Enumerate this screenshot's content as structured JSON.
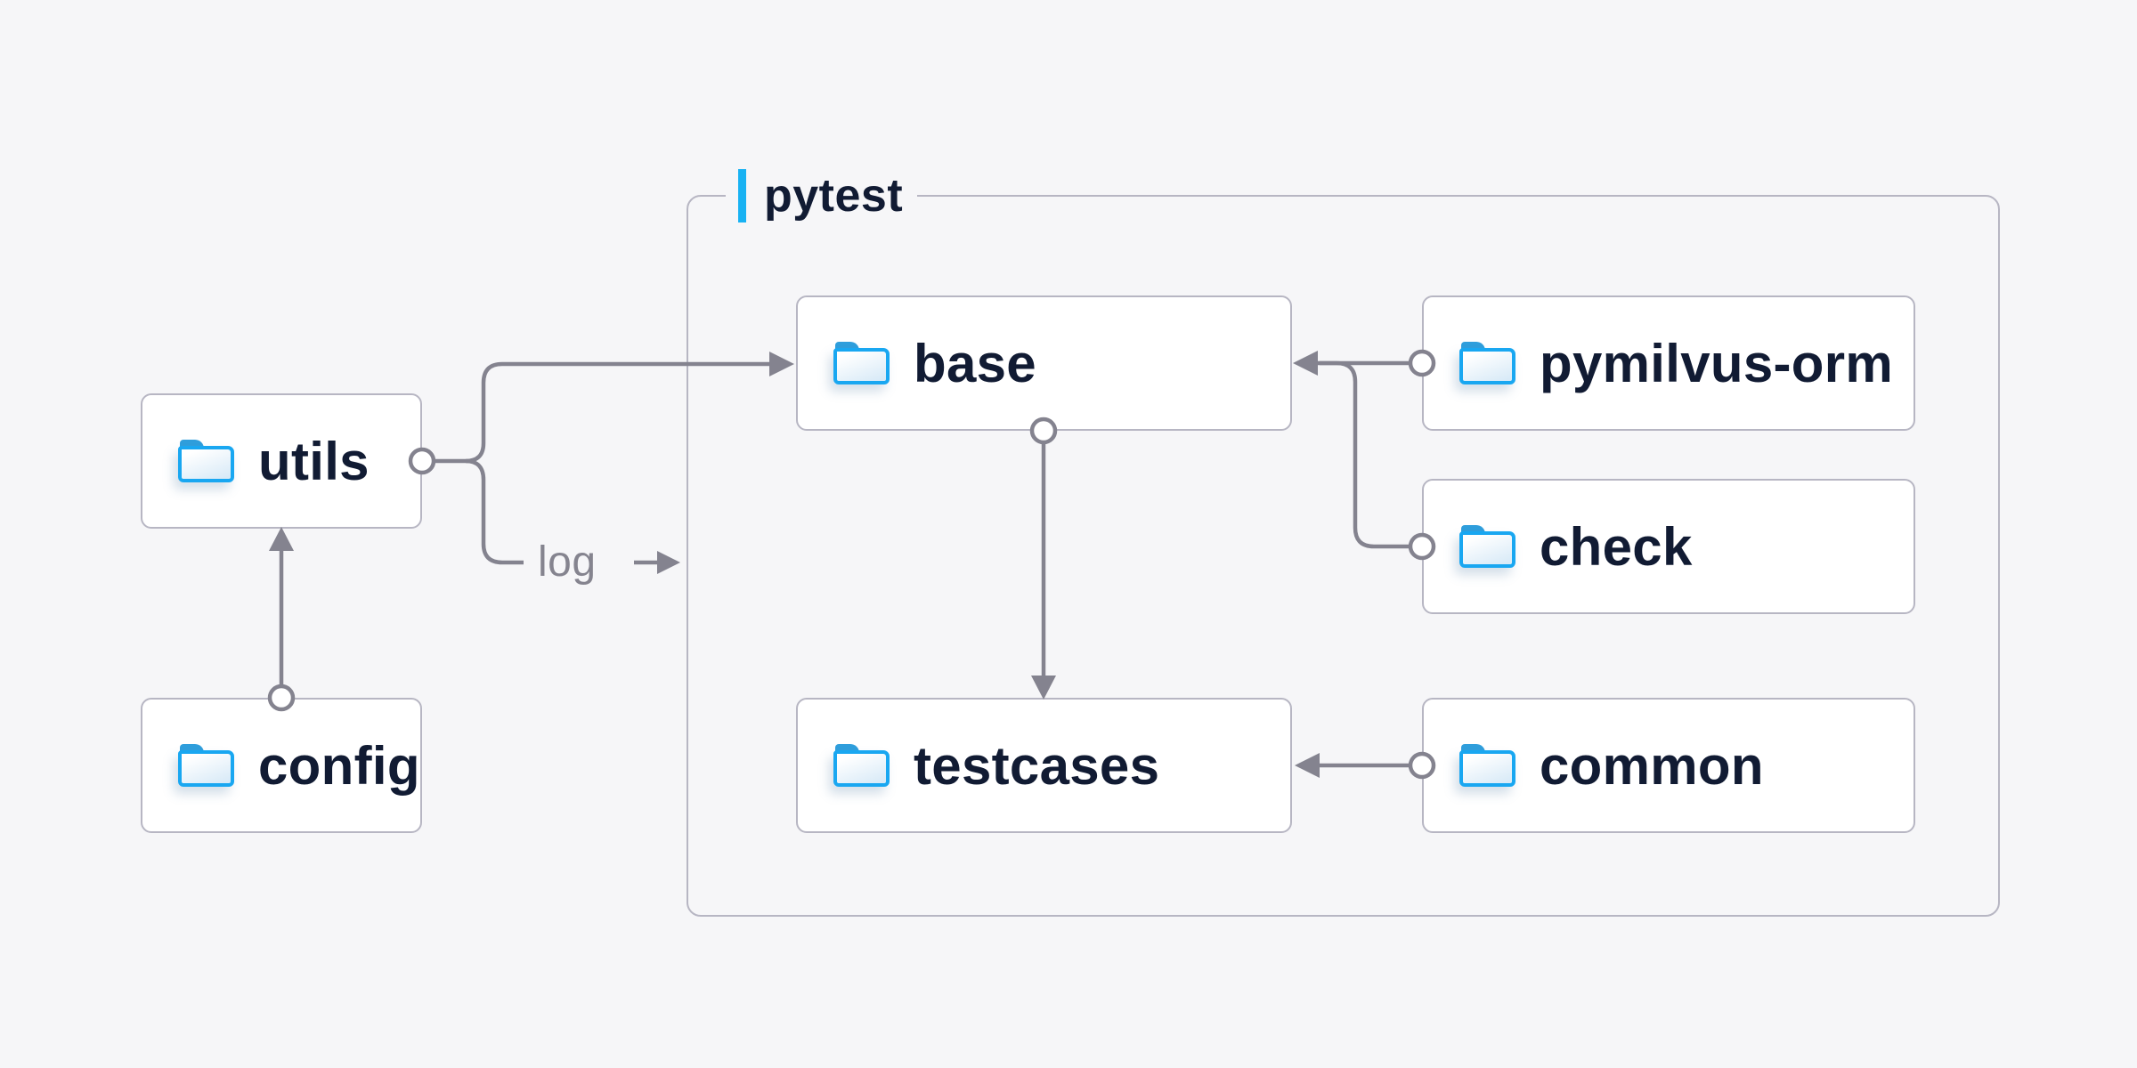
{
  "diagram": {
    "group": {
      "label": "pytest"
    },
    "nodes": [
      {
        "id": "utils",
        "label": "utils",
        "icon": "folder-icon",
        "inside_group": false
      },
      {
        "id": "config",
        "label": "config",
        "icon": "folder-icon",
        "inside_group": false
      },
      {
        "id": "base",
        "label": "base",
        "icon": "folder-icon",
        "inside_group": true
      },
      {
        "id": "pymilvus-orm",
        "label": "pymilvus-orm",
        "icon": "folder-icon",
        "inside_group": true
      },
      {
        "id": "check",
        "label": "check",
        "icon": "folder-icon",
        "inside_group": true
      },
      {
        "id": "testcases",
        "label": "testcases",
        "icon": "folder-icon",
        "inside_group": true
      },
      {
        "id": "common",
        "label": "common",
        "icon": "folder-icon",
        "inside_group": true
      }
    ],
    "edges": [
      {
        "from": "config",
        "to": "utils",
        "label": ""
      },
      {
        "from": "utils",
        "to": "base",
        "label": ""
      },
      {
        "from": "utils",
        "to": "pytest",
        "label": "log"
      },
      {
        "from": "pymilvus-orm",
        "to": "base",
        "label": ""
      },
      {
        "from": "check",
        "to": "base",
        "label": ""
      },
      {
        "from": "base",
        "to": "testcases",
        "label": ""
      },
      {
        "from": "common",
        "to": "testcases",
        "label": ""
      }
    ],
    "edge_label": "log"
  },
  "theme": {
    "background": "#f6f6f8",
    "node_fill": "#ffffff",
    "node_border": "#b7b6c3",
    "group_border": "#b7b6c3",
    "line_color": "#84838f",
    "text_color": "#111b33",
    "muted_text_color": "#85848f",
    "accent_blue": "#18b2f3",
    "folder_blue": "#19a7f1",
    "folder_tab_blue": "#2f9edc"
  }
}
